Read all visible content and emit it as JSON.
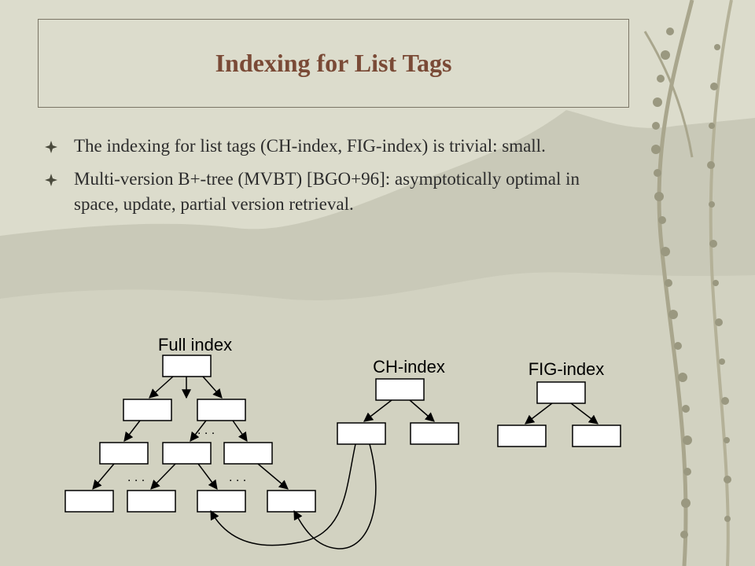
{
  "slide": {
    "title": "Indexing for List Tags",
    "bullets": [
      "The indexing for list tags (CH-index, FIG-index) is trivial: small.",
      "Multi-version B+-tree (MVBT) [BGO+96]: asymptotically optimal in space, update, partial version retrieval."
    ]
  },
  "diagram": {
    "full_index_label": "Full index",
    "ch_index_label": "CH-index",
    "fig_index_label": "FIG-index",
    "ellipsis": ". . ."
  },
  "colors": {
    "title": "#7a4a36",
    "text": "#2c2c2c",
    "node_fill": "#ffffff",
    "line": "#000000"
  }
}
